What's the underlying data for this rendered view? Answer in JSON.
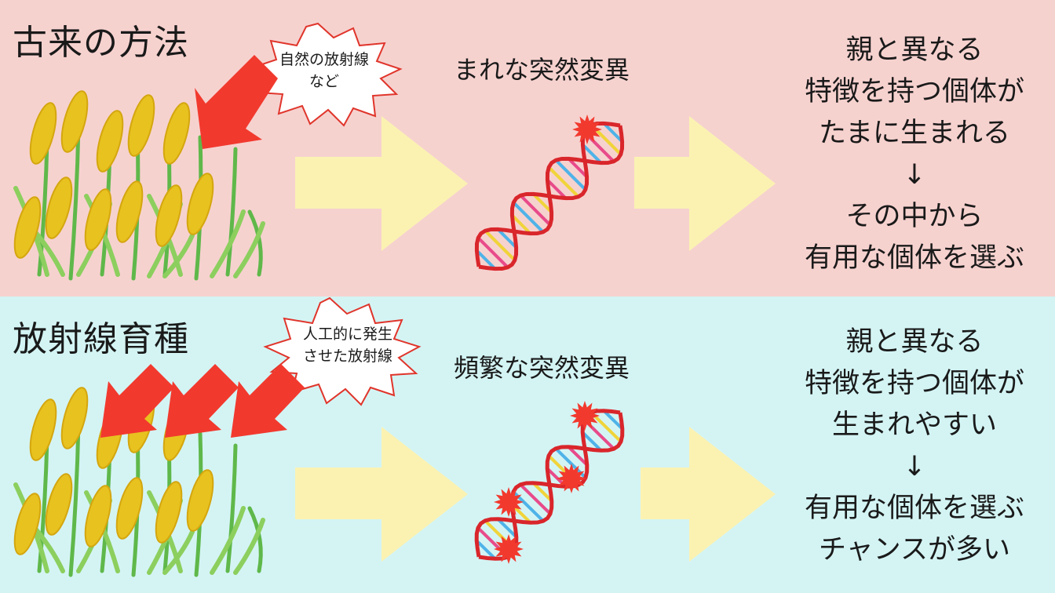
{
  "top": {
    "title": "古来の方法",
    "burst_lines": [
      "自然の放射線",
      "など"
    ],
    "caption": "まれな突然変異",
    "result_lines": [
      "親と異なる",
      "特徴を持つ個体が",
      "たまに生まれる",
      "↓",
      "その中から",
      "有用な個体を選ぶ"
    ]
  },
  "bottom": {
    "title": "放射線育種",
    "burst_lines": [
      "人工的に発生",
      "させた放射線"
    ],
    "caption": "頻繁な突然変異",
    "result_lines": [
      "親と異なる",
      "特徴を持つ個体が",
      "生まれやすい",
      "↓",
      "有用な個体を選ぶ",
      "チャンスが多い"
    ]
  },
  "colors": {
    "top_bg": "#f6d2cf",
    "bottom_bg": "#d4f4f4",
    "arrow_yellow": "#fbf2b2",
    "radiation_red": "#f2392e"
  }
}
